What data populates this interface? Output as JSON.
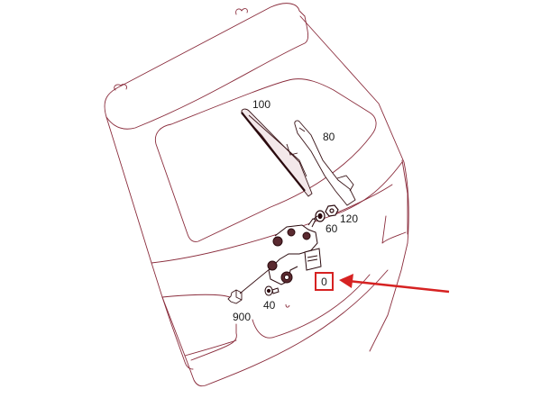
{
  "diagram": {
    "subject": "Rear tailgate with rear wiper assembly (exploded parts view)",
    "line_color": "#8a2c3c",
    "highlight_color": "#d62222",
    "callouts": [
      {
        "id": "100",
        "label": "100",
        "part": "wiper-blade"
      },
      {
        "id": "80",
        "label": "80",
        "part": "wiper-arm"
      },
      {
        "id": "120",
        "label": "120",
        "part": "nut"
      },
      {
        "id": "60",
        "label": "60",
        "part": "washer-seal"
      },
      {
        "id": "40",
        "label": "40",
        "part": "bolt"
      },
      {
        "id": "900",
        "label": "900",
        "part": "connector"
      },
      {
        "id": "0",
        "label": "0",
        "part": "wiper-motor",
        "highlighted": true
      }
    ]
  }
}
